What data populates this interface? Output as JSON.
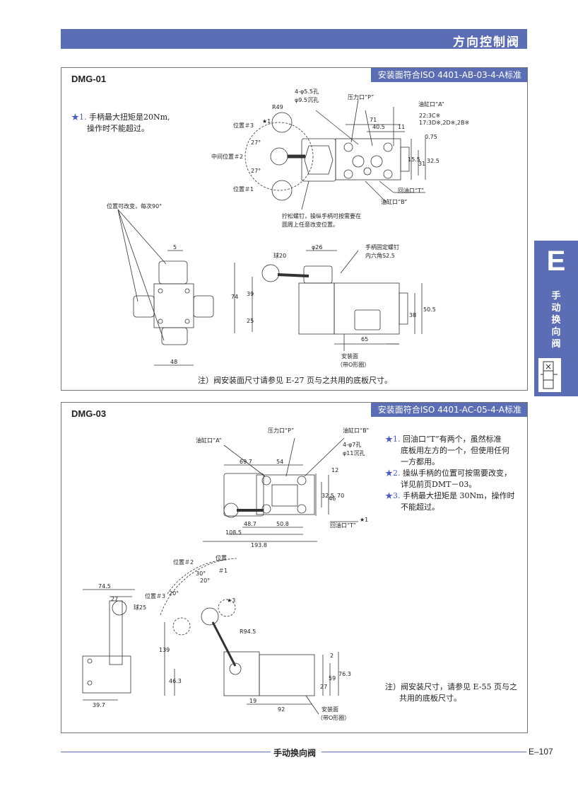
{
  "header": {
    "title": "方向控制阀"
  },
  "section1": {
    "model": "DMG-01",
    "iso": "安装面符合ISO 4401-AB-03-4-A标准",
    "note1_star": "★1.",
    "note1_line1": "手柄最大扭矩是20Nm,",
    "note1_line2": "操作时不能超过。",
    "labels": {
      "holes1": "4-φ5.5孔",
      "holes2": "φ9.5沉孔",
      "pressure": "压力口“P”",
      "cylA": "油缸口“A”",
      "r49": "R49",
      "pos3": "位置＃3",
      "star1": "★1",
      "mid": "中间位置＃2",
      "pos1": "位置＃1",
      "d71": "71",
      "d405": "40.5",
      "d11": "11",
      "note3c1": "22:3C※",
      "note3c2": "17:3D※,2D※,2B※",
      "d075": "0.75",
      "d155": "15.5",
      "d31": "31",
      "d325": "32.5",
      "deg27a": "27°",
      "deg27b": "27°",
      "ret": "回油口“T”",
      "cylB": "油缸口“B”",
      "loosen1": "拧松螺钉，操纵手柄可按需要在",
      "loosen2": "圆周上任意改变位置。",
      "posChange": "位置可改变，每次90°",
      "d5": "5",
      "d74": "74",
      "d48": "48",
      "ball20": "球20",
      "phi26": "φ26",
      "screw1": "手柄固定螺钉",
      "screw2": "内六角S2.5",
      "d39": "39",
      "d25": "25",
      "d65": "65",
      "d38": "38",
      "d505": "50.5",
      "mount1": "安装面",
      "mount2": "（带O形圈）"
    },
    "footnote": "注）阀安装面尺寸请参见 E-27 页与之共用的底板尺寸。"
  },
  "section2": {
    "model": "DMG-03",
    "iso": "安装面符合ISO 4401-AC-05-4-A标准",
    "notes": [
      {
        "star": "★1.",
        "lines": [
          "回油口“T”有两个，虽然标准",
          "底板用左方的一个，但使用任何",
          "一方都用。"
        ]
      },
      {
        "star": "★2.",
        "lines": [
          "操纵手柄的位置可按需要改变，",
          "详见前页DMT－03。"
        ]
      },
      {
        "star": "★3.",
        "lines": [
          "手柄最大扭矩是 30Nm，操作时",
          "不能超过。"
        ]
      }
    ],
    "labels": {
      "cylA": "油缸口“A”",
      "pressure": "压力口“P”",
      "cylB": "油缸口“B”",
      "holes1": "4-φ7孔",
      "holes2": "φ11沉孔",
      "d697": "69.7",
      "d54": "54",
      "d12": "12",
      "d325": "32.5",
      "d46": "46",
      "d70": "70",
      "d487": "48.7",
      "d508": "50.8",
      "d1085": "108.5",
      "d1938": "193.8",
      "ret": "回油口“T”",
      "star1": "★1",
      "pos2": "位置＃2",
      "posPos": "位置",
      "pos1": "＃1",
      "pos3": "位置＃3",
      "deg30": "30°",
      "deg20a": "20°",
      "deg20b": "20°",
      "star3": "★3",
      "d745": "74.5",
      "d27": "27",
      "ball25": "球25",
      "r945": "R94.5",
      "d139": "139",
      "d463": "46.3",
      "d397": "39.7",
      "d19": "19",
      "d92": "92",
      "d2": "2",
      "d27b": "27",
      "d59": "59",
      "d763": "76.3",
      "mount1": "安装面",
      "mount2": "（带O形圈）"
    },
    "footnote_line1": "注）阀安装尺寸，请参见 E-55 页与之",
    "footnote_line2": "共用的底板尺寸。"
  },
  "tab": {
    "letter": "E",
    "text": [
      "手",
      "动",
      "换",
      "向",
      "阀"
    ]
  },
  "footer": {
    "title": "手动换向阀",
    "page": "E–107"
  }
}
